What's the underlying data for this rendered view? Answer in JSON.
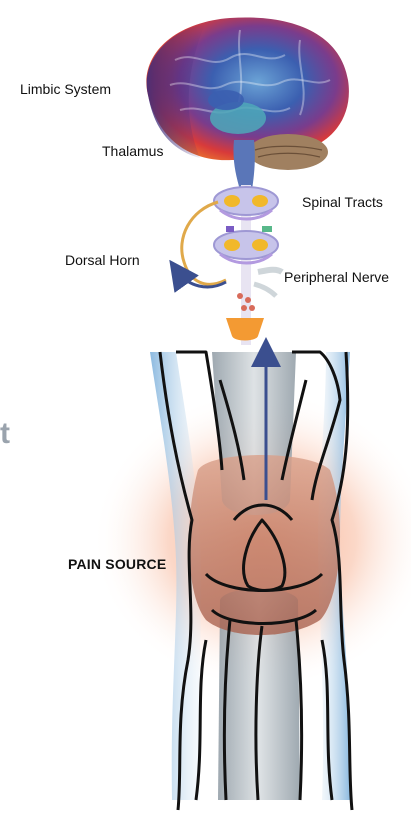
{
  "labels": {
    "limbic_system": "Limbic System",
    "thalamus": "Thalamus",
    "spinal_tracts": "Spinal Tracts",
    "dorsal_horn": "Dorsal Horn",
    "peripheral_nerve": "Peripheral Nerve",
    "pain_source": "PAIN SOURCE"
  },
  "stray_glyph": "t",
  "colors": {
    "brain_blue": "#3b5fb0",
    "brain_red": "#d83a3a",
    "brain_purple": "#7a3c8c",
    "spinal_lilac": "#c7c4ea",
    "ganglion_yellow": "#f1b82a",
    "signal_arrow": "#3b4f8f",
    "pain_glow": "#f4a07e",
    "knee_outline": "#111111",
    "knee_tissue": "#c98b78",
    "knee_edge_blue": "#9ec7e6",
    "nerve_orange": "#f39a33"
  }
}
